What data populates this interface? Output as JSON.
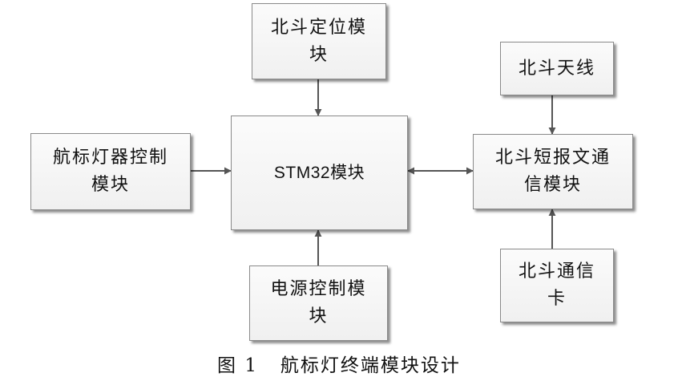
{
  "diagram": {
    "nodes": {
      "beidou_positioning": "北斗定位模\n块",
      "navmark_light_control": "航标灯器控制\n模块",
      "stm32": "STM32模块",
      "beidou_antenna": "北斗天线",
      "beidou_short_message": "北斗短报文通\n信模块",
      "power_control": "电源控制模\n块",
      "beidou_comm_card": "北斗通信\n卡"
    },
    "caption": "图 1   航标灯终端模块设计"
  }
}
